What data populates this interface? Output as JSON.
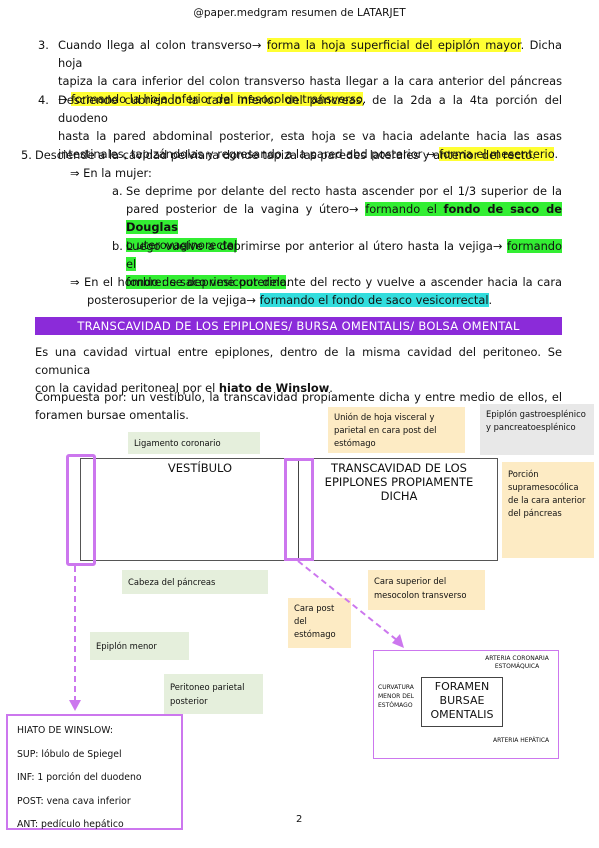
{
  "header": "@paper.medgram resumen de LATARJET",
  "item3": {
    "num": "3.",
    "l1a": "Cuando llega al colon transverso→ ",
    "l1hl": "forma la hoja superficial del epiplón mayor",
    "l1b": ". Dicha hoja",
    "l2": "tapiza la cara inferior del colon transverso hasta llegar a la cara anterior del páncreas",
    "l3a": "→ ",
    "l3hl": "formando la hoja inferior del mesocolon transverso",
    "l3b": "."
  },
  "item4": {
    "num": "4.",
    "l1": "Desciende cubriendo la cara inferior del páncreas, de  la 2da a la 4ta porción del duodeno",
    "l2": "hasta la pared abdominal posterior, esta hoja se va hacia adelante hacia las asas",
    "l3a": "intestinales, tapizándolas y regresando a la pared abd posterior → ",
    "l3hl": "forma el mesenterio",
    "l3b": "."
  },
  "item5": {
    "num": "5.",
    "l1": "Desciende a la cavidad pelviana donde tapiza las paredes laterales y anterior del recto.",
    "mujer": "⇒ En la mujer:",
    "a_label": "a.",
    "a_l1": "Se deprime por delante del recto hasta ascender por el 1/3 superior de la",
    "a_l2a": "pared posterior de la vagina y útero→ ",
    "a_l2hl": "formando el ",
    "a_l2bold": "fondo de saco de Douglas",
    "a_l3hl": "o uterovaginorectal",
    "a_l3b": ".",
    "b_label": "b.",
    "b_l1a": "Luego vuelve a deprimirse por anterior al útero hasta la vejiga→ ",
    "b_l1hl": "formando el",
    "b_l2hl": "fondo de saco vesicouterino",
    "b_l2b": ".",
    "hombre_l1": "⇒ En el hombre: se deprime por delante del recto y vuelve a ascender hacia la cara",
    "hombre_l2a": "posterosuperior de la vejiga→ ",
    "hombre_l2hl": "formando el fondo de saco vesicorrectal",
    "hombre_l2b": "."
  },
  "banner": "TRANSCAVIDAD DE LOS EPIPLONES/ BURSA OMENTALIS/ BOLSA OMENTAL",
  "intro": {
    "p1l1": "Es una cavidad virtual entre epiplones, dentro de la misma cavidad del peritoneo. Se comunica",
    "p1l2a": "con la cavidad peritoneal por el ",
    "p1l2bold": "hiato de Winslow",
    "p1l2b": ".",
    "p2l1": "Compuesta por: un vestíbulo, la transcavidad propiamente dicha y entre medio de ellos, el",
    "p2l2": "foramen bursae omentalis."
  },
  "diagram": {
    "vestibulo": "VESTÍBULO",
    "transcavidad": "TRANSCAVIDAD DE LOS EPIPLONES PROPIAMENTE DICHA",
    "notes": {
      "union": "Unión de hoja visceral y parietal en cara post del estómago",
      "epiplon_gastro": "Epiplón gastroesplénico y pancreatoesplénico",
      "lig_coronario": "Ligamento coronario",
      "porcion_supra": "Porción supramesocólica de la cara anterior del páncreas",
      "cabeza": "Cabeza del páncreas",
      "cara_sup": "Cara superior del mesocolon transverso",
      "cara_post": "Cara post del estómago",
      "epiplon_menor": "Epiplón menor",
      "peritoneo": "Peritoneo parietal posterior"
    },
    "foramen": {
      "arteria_coronaria": "ARTERIA CORONARIA ESTOMÁQUICA",
      "curvatura": "CURVATURA MENOR DEL ESTÓMAGO",
      "title": "FORAMEN BURSAE OMENTALIS",
      "arteria_hepatica": "ARTERIA HEPÁTICA"
    },
    "hiato": {
      "title": "HIATO DE WINSLOW:",
      "sup": "SUP: lóbulo de Spiegel",
      "inf": "INF: 1 porción del duodeno",
      "post": "POST: vena cava inferior",
      "ant": "ANT: pedículo hepático"
    }
  },
  "page_number": "2",
  "colors": {
    "banner": "#8b2bd9",
    "accent_violet": "#cc77ee",
    "highlight_yellow": "#ffff33",
    "highlight_green": "#33ee33",
    "highlight_cyan": "#33dddd",
    "note_green": "#e5efdc",
    "note_peach": "#fdebc4",
    "note_grey": "#e8e8e8"
  }
}
